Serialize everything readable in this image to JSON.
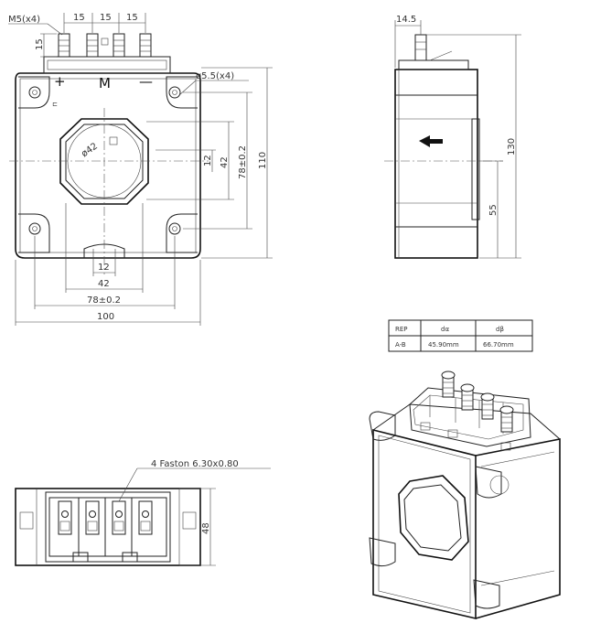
{
  "front_view": {
    "terminal_thread": "M5(x4)",
    "pitch_1": "15",
    "pitch_2": "15",
    "pitch_3": "15",
    "terminal_height": "15",
    "plus_label": "+",
    "m_label": "M",
    "minus_label": "—",
    "mount_holes": "ø5.5(x4)",
    "aperture_diameter": "ø42",
    "width_total": "100",
    "hole_pitch_horizontal": "78±0.2",
    "aperture_flat_width": "42",
    "slot_width": "12",
    "height_total": "110",
    "hole_pitch_vertical": "78±0.2",
    "aperture_flat_height": "42",
    "center_offset": "12"
  },
  "side_view": {
    "terminal_offset": "14.5",
    "height_total": "130",
    "base_to_center": "55"
  },
  "bottom_view": {
    "connector_note": "4 Faston 6.30x0.80",
    "depth": "48"
  },
  "table": {
    "headers": [
      "REP",
      "dα",
      "dβ"
    ],
    "rows": [
      [
        "A-B",
        "45.90mm",
        "66.70mm"
      ]
    ]
  }
}
